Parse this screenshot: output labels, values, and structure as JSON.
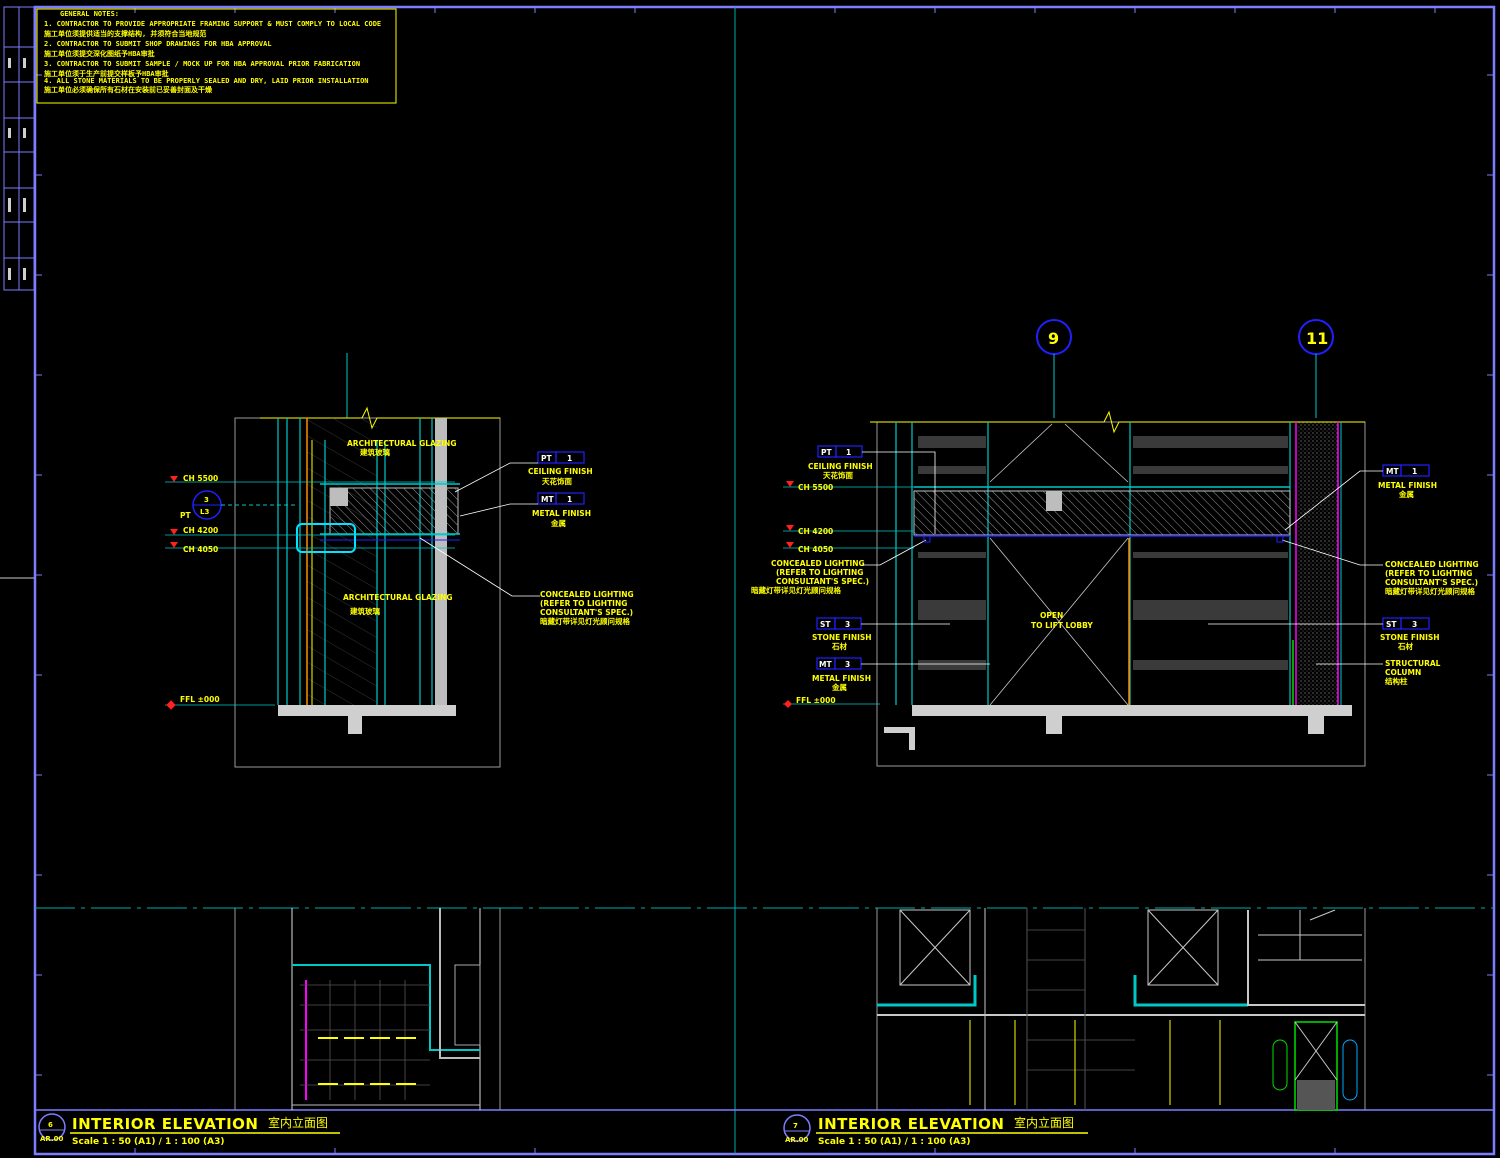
{
  "general_notes": {
    "heading": "GENERAL NOTES:",
    "lines": [
      "1.  CONTRACTOR TO PROVIDE APPROPRIATE FRAMING SUPPORT & MUST COMPLY TO LOCAL CODE",
      "    施工单位须提供适当的支撑结构, 并须符合当地规范",
      "2.  CONTRACTOR TO SUBMIT SHOP DRAWINGS FOR HBA APPROVAL",
      "    施工单位须提交深化图纸予HBA审批",
      "3.  CONTRACTOR TO SUBMIT SAMPLE / MOCK UP FOR HBA APPROVAL PRIOR FABRICATION",
      "    施工单位须于生产前提交样板予HBA审批",
      "4.  ALL STONE MATERIALS TO BE PROPERLY SEALED AND DRY, LAID PRIOR INSTALLATION",
      "    施工单位必须确保所有石材在安装前已妥善封面及干燥"
    ]
  },
  "left_elevation": {
    "levels": [
      "CH 5500",
      "CH 4200",
      "CH 4050",
      "FFL ±000"
    ],
    "grid_tag": "3",
    "grid_tag_prefix": "PT",
    "grid_tag_sub": "L3",
    "labels": {
      "arch_glazing_top": "ARCHITECTURAL GLAZING",
      "arch_glazing_top_cn": "建筑玻璃",
      "arch_glazing_mid": "ARCHITECTURAL GLAZING",
      "arch_glazing_mid_cn": "建筑玻璃",
      "ceiling_finish_code": "PT",
      "ceiling_finish_no": "1",
      "ceiling_finish": "CEILING FINISH",
      "ceiling_finish_cn": "天花饰面",
      "metal_finish_code": "MT",
      "metal_finish_no": "1",
      "metal_finish": "METAL FINISH",
      "metal_finish_cn": "金属",
      "concealed_1": "CONCEALED LIGHTING",
      "concealed_2": "(REFER TO LIGHTING",
      "concealed_3": "CONSULTANT'S SPEC.)",
      "concealed_cn": "暗藏灯带详见灯光顾问规格"
    }
  },
  "right_elevation": {
    "grid_left": "9",
    "grid_right": "11",
    "levels": [
      "CH 5500",
      "CH 4200",
      "CH 4050",
      "FFL ±000"
    ],
    "labels": {
      "ceiling_code": "PT",
      "ceiling_no": "1",
      "ceiling_finish": "CEILING FINISH",
      "ceiling_cn": "天花饰面",
      "metal_code_r": "MT",
      "metal_no_r": "1",
      "metal_finish_r": "METAL FINISH",
      "metal_cn_r": "金属",
      "concealed_l1": "CONCEALED LIGHTING",
      "concealed_l2": "(REFER TO LIGHTING",
      "concealed_l3": "CONSULTANT'S SPEC.)",
      "concealed_lcn": "暗藏灯带详见灯光顾问规格",
      "concealed_r1": "CONCEALED LIGHTING",
      "concealed_r2": "(REFER TO LIGHTING",
      "concealed_r3": "CONSULTANT'S SPEC.)",
      "concealed_rcn": "暗藏灯带详见灯光顾问规格",
      "stone_code_l": "ST",
      "stone_no_l": "3",
      "stone_finish_l": "STONE FINISH",
      "stone_cn_l": "石材",
      "stone_code_r": "ST",
      "stone_no_r": "3",
      "stone_finish_r": "STONE FINISH",
      "stone_cn_r": "石材",
      "metal_code_l": "MT",
      "metal_no_l": "3",
      "metal_finish_l": "METAL FINISH",
      "metal_cn_l": "金属",
      "structural_1": "STRUCTURAL",
      "structural_2": "COLUMN",
      "structural_cn": "结构柱",
      "open_to": "OPEN",
      "open_to_2": "TO LIFT LOBBY"
    }
  },
  "title_left": {
    "number": "6",
    "sheet": "AR.00",
    "title": "INTERIOR ELEVATION",
    "title_cn": "室内立面图",
    "scale": "Scale 1 : 50 (A1) / 1 : 100 (A3)"
  },
  "title_right": {
    "number": "7",
    "sheet": "AR.00",
    "title": "INTERIOR ELEVATION",
    "title_cn": "室内立面图",
    "scale": "Scale 1 : 50 (A1) / 1 : 100 (A3)"
  },
  "colors": {
    "border": "#7d7dff",
    "cyan": "#00c8c8",
    "yellow": "#ffff00",
    "grey": "#c8c8c8",
    "magenta": "#ff00ff",
    "red": "#ff2020",
    "blue": "#2020ff",
    "orange": "#ff8c00",
    "green": "#00e000"
  }
}
